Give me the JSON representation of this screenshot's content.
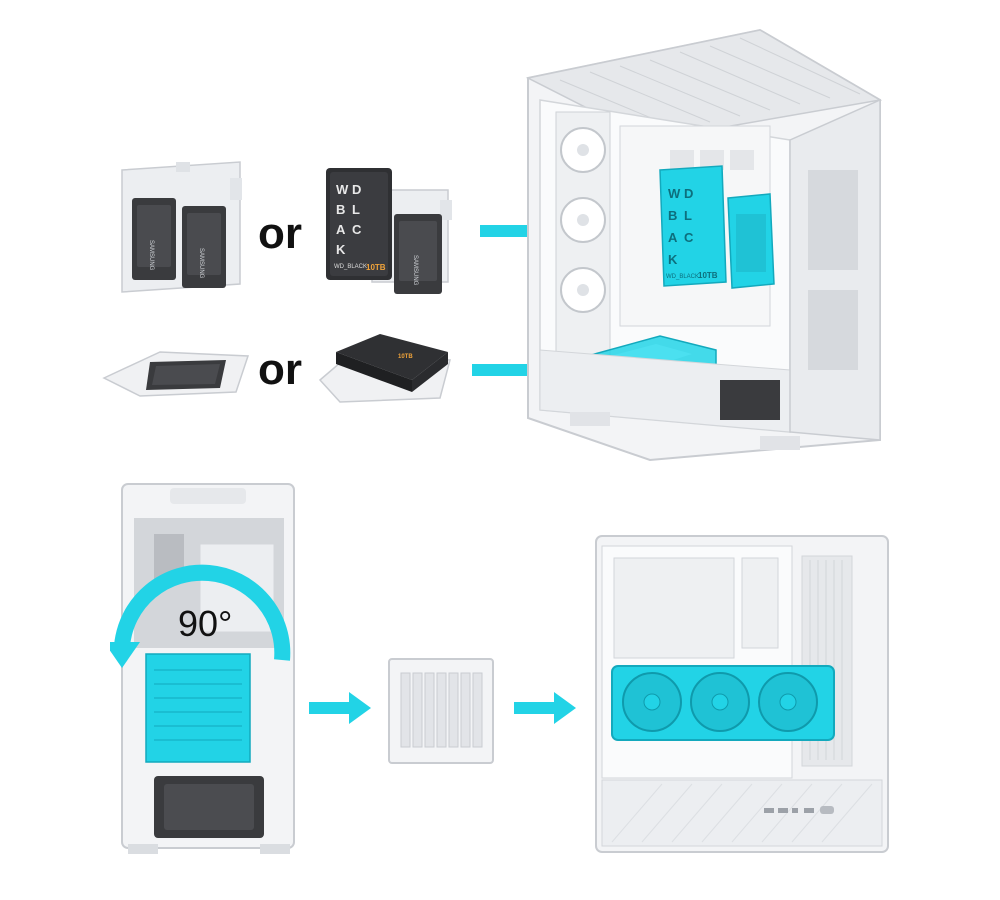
{
  "labels": {
    "or_top": "or",
    "or_bottom": "or",
    "rotation": "90°"
  },
  "drive_labels": {
    "ssd_brand": "SAMSUNG",
    "hdd_brand_w": "W",
    "hdd_brand_d": "D",
    "hdd_brand_b": "B",
    "hdd_brand_l": "L",
    "hdd_brand_a": "A",
    "hdd_brand_c": "C",
    "hdd_brand_k": "K",
    "hdd_model": "WD_BLACK",
    "hdd_capacity": "10TB"
  },
  "colors": {
    "accent": "#22d3e6",
    "accent_dark": "#13a9bd",
    "case_white": "#f3f4f6",
    "case_edge": "#c9ccd1",
    "drive_dark": "#3a3b3e",
    "text": "#111111"
  },
  "icons": {
    "arrow": "right-arrow-icon",
    "rotate": "rotate-ccw-arrow-icon",
    "fan": "fan-icon"
  }
}
